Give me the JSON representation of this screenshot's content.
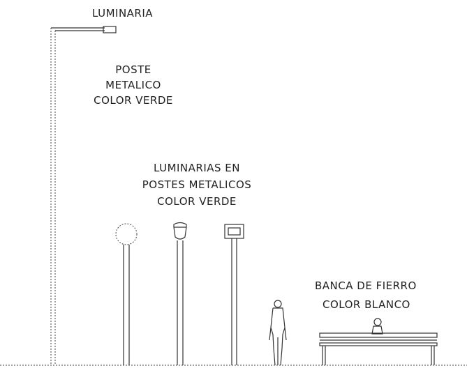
{
  "labels": {
    "luminaria": "LUMINARIA",
    "poste_1": "POSTE",
    "poste_2": "METALICO",
    "poste_3": "COLOR VERDE",
    "luminarias_1": "LUMINARIAS EN",
    "luminarias_2": "POSTES METALICOS",
    "luminarias_3": "COLOR VERDE",
    "banca_1": "BANCA DE FIERRO",
    "banca_2": "COLOR BLANCO"
  }
}
